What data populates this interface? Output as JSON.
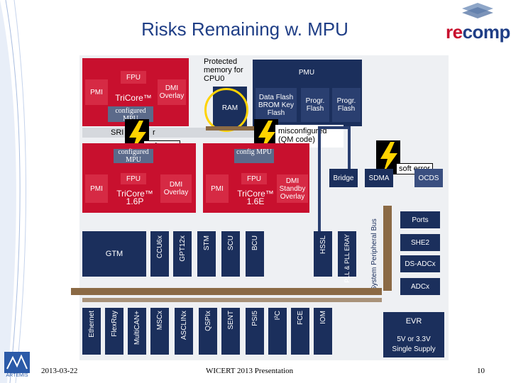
{
  "slide": {
    "title": "Risks Remaining w. MPU",
    "logo_prefix": "re",
    "logo_suffix": "comp",
    "footer_date": "2013-03-22",
    "footer_center": "WICERT 2013 Presentation",
    "footer_page": "10",
    "artemis_label": "ARTEMIS"
  },
  "annotations": {
    "protected_memory": "Protected memory for CPU0",
    "misconfigured": "misconfigured (QM code)",
    "soft_error": "soft error",
    "configured_mpu": "configured MPU",
    "config_mpu_mid": "config MPU",
    "sri_fragment": "SRI C",
    "sri_fragment_tail": "r"
  },
  "cores": {
    "tc0": {
      "pmi": "PMI",
      "fpu": "FPU",
      "dmi": "DMI Overlay",
      "name": "TriCore™"
    },
    "tc1": {
      "pmi": "PMI",
      "fpu": "FPU",
      "dmi": "DMI Overlay",
      "name": "TriCore™ 1.6P"
    },
    "tc2": {
      "pmi": "PMI",
      "fpu": "FPU",
      "dmi": "DMI Standby Overlay",
      "name": "TriCore™ 1.6E"
    }
  },
  "memory": {
    "ram": "RAM",
    "pmu": "PMU",
    "data_flash": "Data Flash BROM Key Flash",
    "progr1": "Progr. Flash",
    "progr2": "Progr. Flash"
  },
  "bridge_row": {
    "bridge": "Bridge",
    "sdma": "SDMA",
    "ocds": "OCDS"
  },
  "peripheral_bus_label": "System Peripheral Bus",
  "right_column": [
    "Ports",
    "SHE2",
    "DS-ADCx",
    "ADCx"
  ],
  "upper_peripherals": {
    "gtm": "GTM",
    "others": [
      "CCU6x",
      "GPT12x",
      "STM",
      "SCU",
      "BCU"
    ],
    "hssl": "HSSL",
    "pll": "PLL & PLL ERAY"
  },
  "lower_peripherals": [
    "Ethernet",
    "FlexRay",
    "MultiCAN+",
    "MSCx",
    "ASCLINx",
    "QSPIx",
    "SENT",
    "PSI5",
    "I²C",
    "FCE",
    "IOM"
  ],
  "evr": {
    "name": "EVR",
    "line1": "5V or 3.3V",
    "line2": "Single Supply"
  }
}
